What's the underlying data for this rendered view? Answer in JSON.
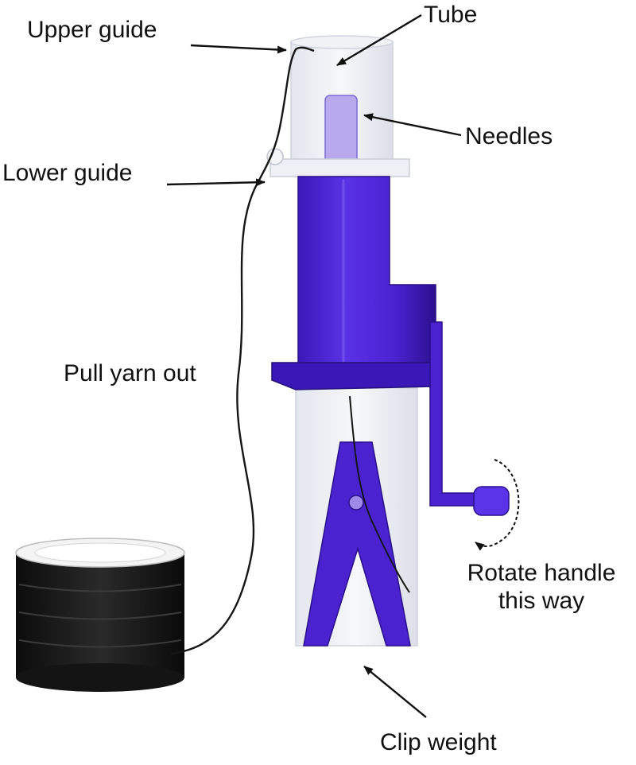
{
  "labels": {
    "upper_guide": "Upper guide",
    "tube": "Tube",
    "needles": "Needles",
    "lower_guide": "Lower guide",
    "pull_yarn_out": "Pull yarn out",
    "rotate_handle_line1": "Rotate handle",
    "rotate_handle_line2": "this way",
    "clip_weight": "Clip weight"
  },
  "colors": {
    "machine_purple": "#4a22d0",
    "machine_purple_dark": "#2f12a0",
    "clear_plastic": "#eceef4",
    "yarn_black": "#161616",
    "arrow": "#111111"
  }
}
